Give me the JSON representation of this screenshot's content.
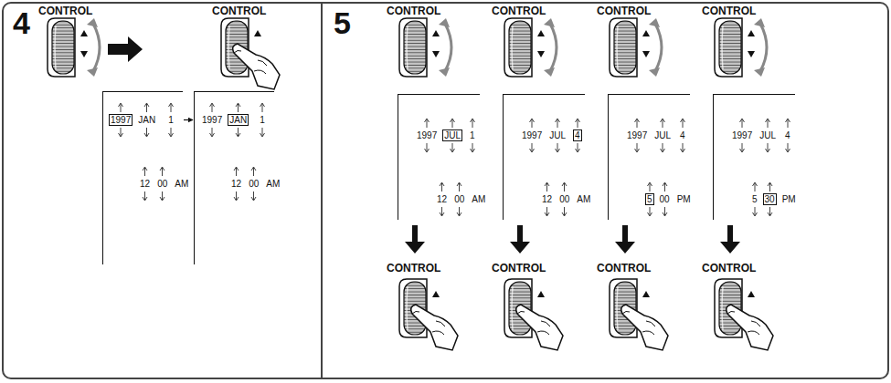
{
  "diagram": {
    "nodes": [
      {
        "text": [
          "4"
        ]
      },
      {
        "text": [
          "1997",
          "JAN",
          "1",
          "12",
          "00",
          "AM"
        ],
        "in": 0
      },
      {
        "text": [
          "1997",
          "JAN",
          "1",
          "12",
          "00",
          "AM"
        ],
        "in": 0
      },
      {
        "text": [
          "5"
        ]
      },
      {
        "text": [
          "1997",
          "JUL",
          "1",
          "12",
          "00",
          "AM"
        ],
        "in": 3
      },
      {
        "text": [
          "1997",
          "JUL",
          "4",
          "12",
          "00",
          "AM"
        ],
        "in": 3
      },
      {
        "text": [
          "1997",
          "JUL",
          "4",
          "5",
          "00",
          "PM"
        ],
        "in": 3
      },
      {
        "text": [
          "1997",
          "JUL",
          "4",
          "5",
          "30",
          "PM"
        ],
        "in": 3
      }
    ],
    "edges": [
      {
        "from": 1,
        "to": 2,
        "arrow": "to"
      }
    ],
    "labels": [
      "CONTROL",
      "CONTROL",
      "CONTROL",
      "CONTROL",
      "CONTROL",
      "CONTROL",
      "CONTROL",
      "CONTROL",
      "CONTROL",
      "CONTROL"
    ]
  }
}
